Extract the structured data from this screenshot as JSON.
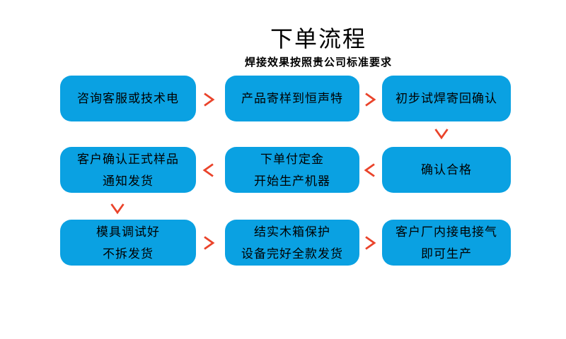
{
  "header": {
    "title": "下单流程",
    "subtitle": "焊接效果按照贵公司标准要求"
  },
  "colors": {
    "box_fill": "#0AA1E2",
    "box_text": "#000000",
    "arrow": "#EA432A",
    "background": "#FFFFFF"
  },
  "icons": {
    "forward": "chevron-right-icon",
    "backward": "chevron-left-icon",
    "downward": "chevron-down-icon"
  },
  "flowchart": {
    "rows": [
      {
        "boxes": [
          {
            "lines": [
              "咨询客服或技术电"
            ]
          },
          {
            "lines": [
              "产品寄样到恒声特"
            ]
          },
          {
            "lines": [
              "初步试焊寄回确认"
            ]
          }
        ],
        "between_arrows": [
          "right",
          "right"
        ],
        "down_arrow_under_box": 3
      },
      {
        "boxes": [
          {
            "lines": [
              "客户确认正式样品",
              "通知发货"
            ]
          },
          {
            "lines": [
              "下单付定金",
              "开始生产机器"
            ]
          },
          {
            "lines": [
              "确认合格"
            ]
          }
        ],
        "between_arrows": [
          "left",
          "left"
        ],
        "down_arrow_under_box": 1
      },
      {
        "boxes": [
          {
            "lines": [
              "模具调试好",
              "不拆发货"
            ]
          },
          {
            "lines": [
              "结实木箱保护",
              "设备完好全款发货"
            ]
          },
          {
            "lines": [
              "客户厂内接电接气",
              "即可生产"
            ]
          }
        ],
        "between_arrows": [
          "right",
          "right"
        ]
      }
    ]
  }
}
